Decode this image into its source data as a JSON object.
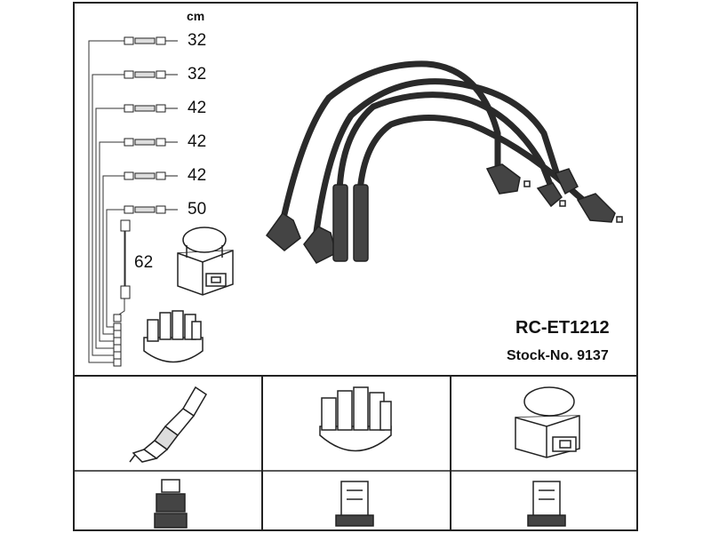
{
  "diagram": {
    "unit": "cm",
    "lengths": [
      "32",
      "32",
      "42",
      "42",
      "42",
      "50"
    ],
    "coil_lead_length": "62",
    "product_code": "RC-ET1212",
    "stock_label": "Stock-No. 9137"
  },
  "icons": [
    "ignition-lead-icon",
    "ignition-coil-icon",
    "distributor-cap-icon",
    "spark-plug-icon",
    "plug-terminal-icon",
    "cap-terminal-icon",
    "coil-terminal-icon"
  ]
}
